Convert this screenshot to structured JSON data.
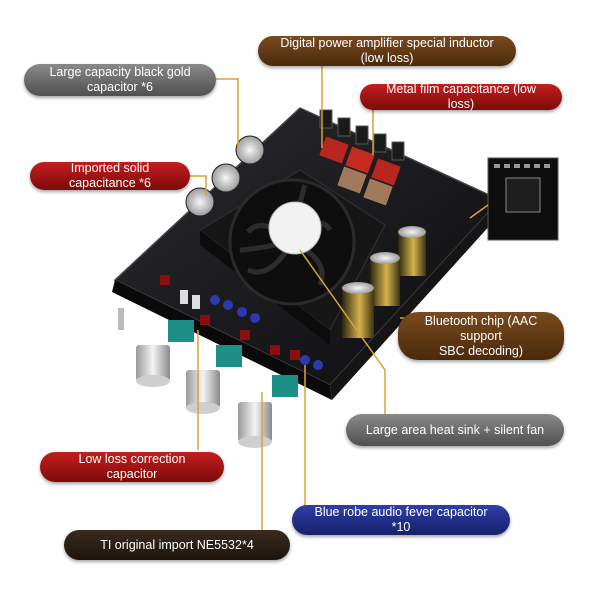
{
  "labels": {
    "inductor": "Digital power amplifier special inductor (low loss)",
    "black_gold": "Large capacity black gold capacitor *6",
    "metal_film": "Metal film capacitance (low loss)",
    "solid_cap": "Imported solid capacitance *6",
    "bluetooth": "Bluetooth chip (AAC support\nSBC decoding)",
    "heat_sink": "Large area heat sink + silent fan",
    "correction": "Low loss correction capacitor",
    "blue_robe": "Blue robe audio fever capacitor *10",
    "ti_chip": "TI original import NE5532*4"
  },
  "colors": {
    "gray_label": "#6b6b6b",
    "brown_label": "#5e3714",
    "red_label": "#a01414",
    "blue_label": "#1f2a8a",
    "dark_label": "#2a1d12",
    "leader_line": "#d9a23a"
  }
}
